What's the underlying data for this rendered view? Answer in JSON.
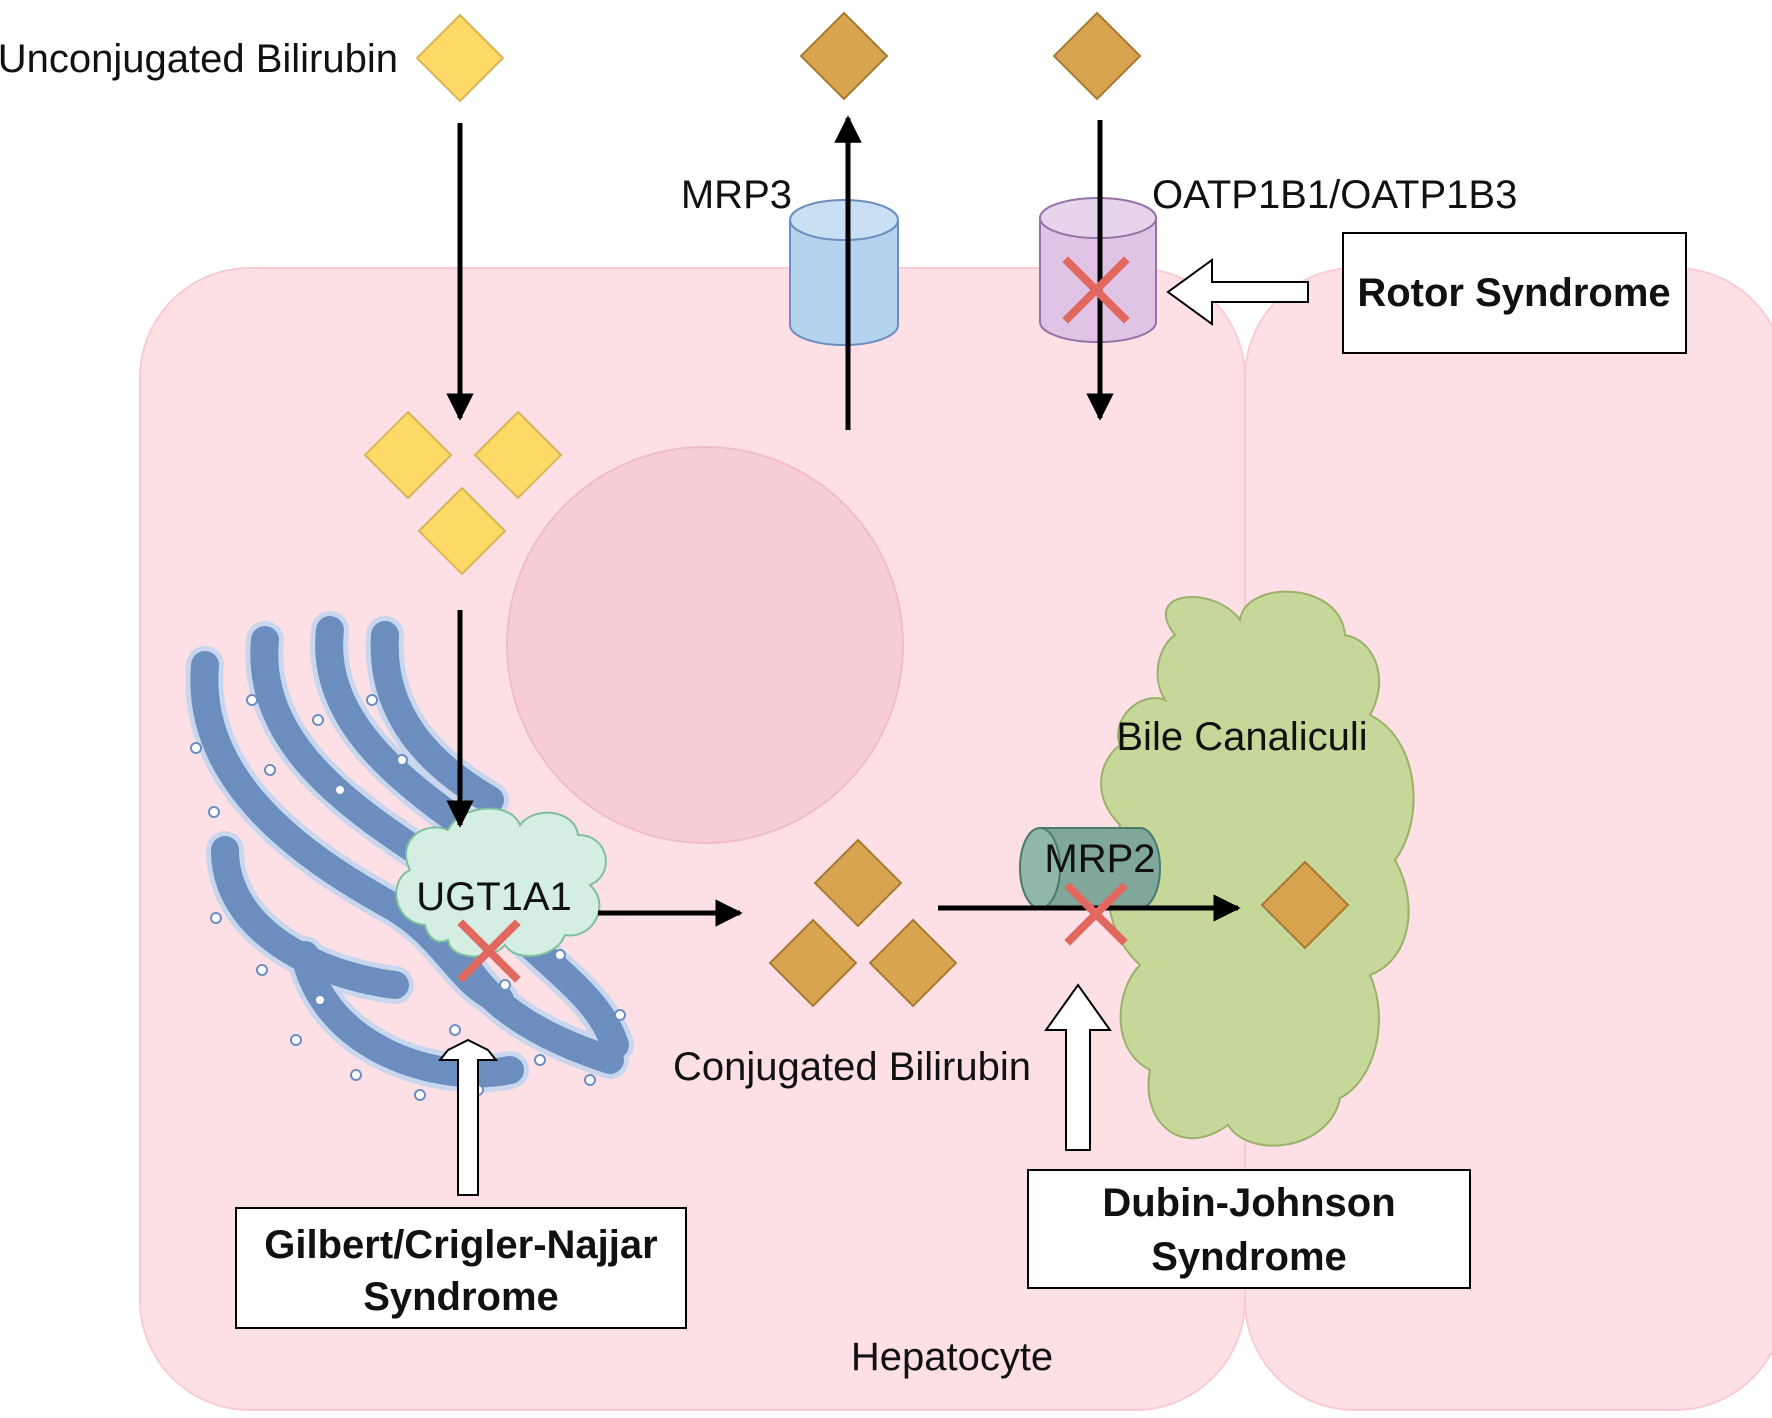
{
  "labels": {
    "unconjugated_bilirubin": "Unconjugated Bilirubin",
    "mrp3": "MRP3",
    "oatp": "OATP1B1/OATP1B3",
    "ugt1a1": "UGT1A1",
    "conjugated_bilirubin": "Conjugated Bilirubin",
    "bile_canaliculi": "Bile Canaliculi",
    "mrp2": "MRP2",
    "hepatocyte": "Hepatocyte"
  },
  "syndromes": {
    "rotor": "Rotor Syndrome",
    "gilbert_line1": "Gilbert/Crigler-Najjar",
    "gilbert_line2": "Syndrome",
    "dubin_line1": "Dubin-Johnson",
    "dubin_line2": "Syndrome"
  },
  "colors": {
    "cell_fill": "#fde0e6",
    "nucleus_fill": "#f7cdd5",
    "unconjugated_fill": "#ffd966",
    "conjugated_fill": "#d9a44f",
    "mrp3_fill": "#b4d3ee",
    "oatp_fill": "#e0c4e5",
    "er_fill": "#6c8ebf",
    "ugt_fill": "#d5eee3",
    "bile_fill": "#c6d79a",
    "mrp2_fill": "#7fa89a",
    "block_cross": "#e0685e"
  }
}
